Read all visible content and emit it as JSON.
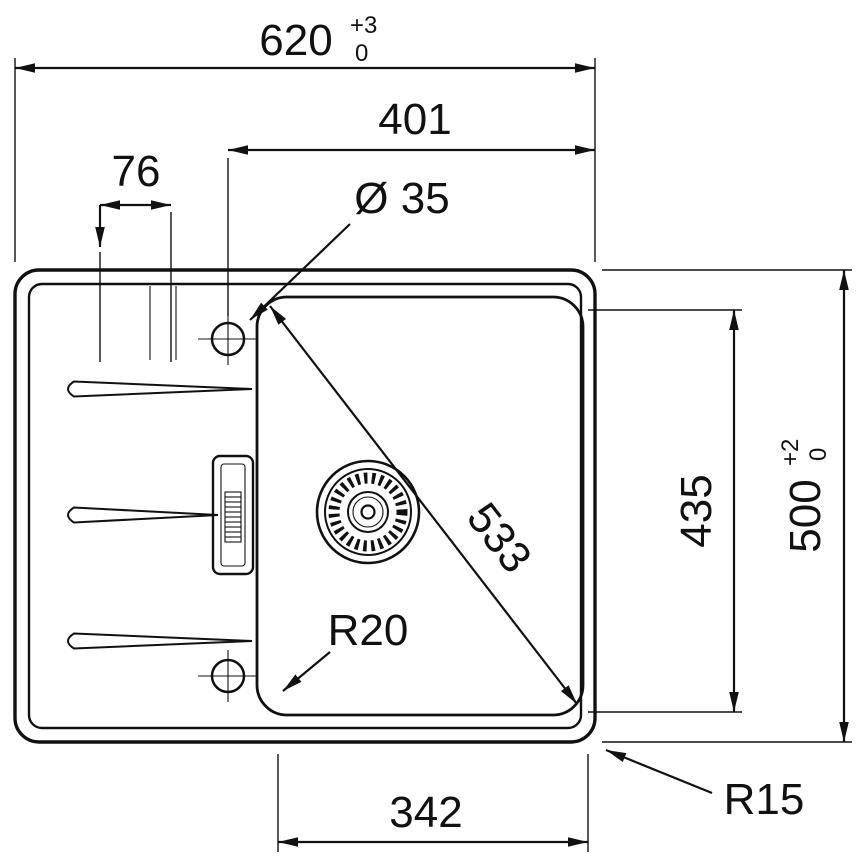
{
  "dimensions": {
    "overall_width": {
      "value": "620",
      "tol_upper": "+3",
      "tol_lower": "0"
    },
    "drain_to_right_edge": {
      "value": "401"
    },
    "left_offset": {
      "value": "76"
    },
    "tap_hole_diameter": {
      "value": "Ø 35"
    },
    "bowl_diagonal": {
      "value": "533"
    },
    "bowl_inner_height": {
      "value": "435"
    },
    "overall_height": {
      "value": "500",
      "tol_upper": "+2",
      "tol_lower": "0"
    },
    "bowl_corner_radius": {
      "value": "R20"
    },
    "outer_corner_radius": {
      "value": "R15"
    },
    "bowl_bottom_width": {
      "value": "342"
    }
  }
}
